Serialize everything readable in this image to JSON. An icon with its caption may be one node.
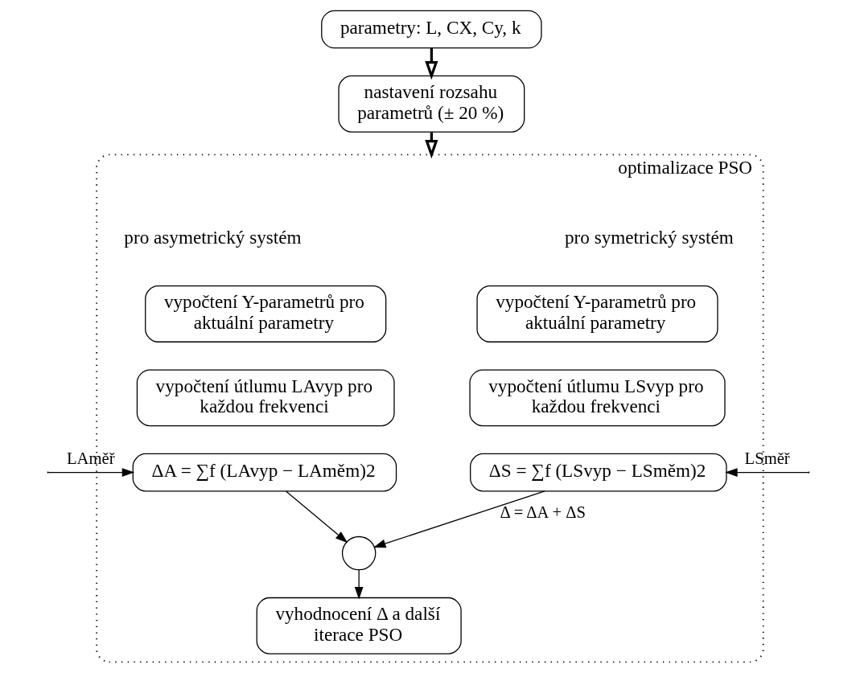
{
  "diagram": {
    "nodes": [
      {
        "text": [
          "parametry: L, CX, Cy, k"
        ]
      },
      {
        "text": [
          "nastavení rozsahu parametrů (± 20 %)"
        ]
      },
      {
        "text": [
          "optimalizace PSO"
        ]
      },
      {
        "text": [
          "vypočtení Y-parametrů pro aktuální parametry"
        ],
        "in": 2
      },
      {
        "text": [
          "vypočtení útlumu LAvyp pro každou frekvenci"
        ],
        "in": 2
      },
      {
        "text": [
          "ΔA = ∑f (LAvyp − LAměm)2"
        ],
        "in": 2
      },
      {
        "text": [
          "vypočtení Y-parametrů pro aktuální parametry"
        ],
        "in": 2
      },
      {
        "text": [
          "vypočtení útlumu LSvyp pro každou frekvenci"
        ],
        "in": 2
      },
      {
        "text": [
          "ΔS = ∑f (LSvyp − LSměm)2"
        ],
        "in": 2
      },
      {
        "text": [],
        "shape": "circle",
        "in": 2
      },
      {
        "text": [
          "vyhodnocení Δ a další iterace PSO"
        ],
        "in": 2
      }
    ],
    "edges": [
      {
        "from": 0,
        "to": 1,
        "arrow": "to",
        "style": "thick"
      },
      {
        "from": 1,
        "to": 2,
        "arrow": "to",
        "style": "thick"
      },
      {
        "from": null,
        "to": 5,
        "arrow": "to",
        "label": "LAměř"
      },
      {
        "from": null,
        "to": 8,
        "arrow": "to",
        "label": "LSměř"
      },
      {
        "from": 5,
        "to": 9,
        "arrow": "to"
      },
      {
        "from": 8,
        "to": 9,
        "arrow": "to",
        "label": "Δ = ΔA + ΔS"
      },
      {
        "from": 9,
        "to": 10,
        "arrow": "to"
      }
    ],
    "labels": [
      "pro asymetrický systém",
      "pro symetrický systém"
    ]
  }
}
